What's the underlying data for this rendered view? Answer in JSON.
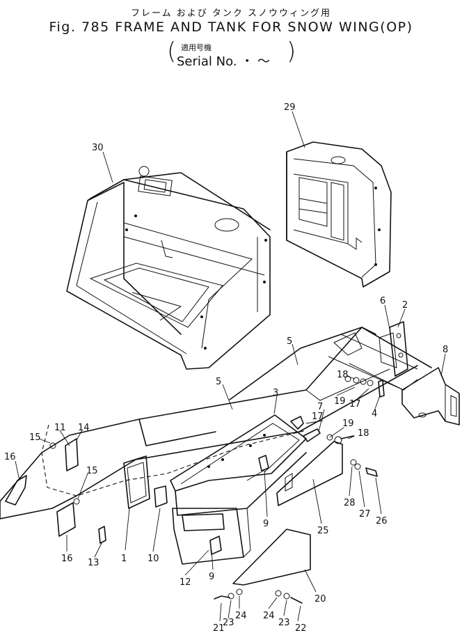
{
  "header": {
    "title_jp": "フレーム および タンク スノウウィング用",
    "title_en": "Fig. 785 FRAME AND TANK FOR SNOW WING(OP)",
    "serial_jp": "適用号機",
    "serial_en": "Serial No.  ・ ～"
  },
  "callouts": [
    "30",
    "29",
    "6",
    "2",
    "8",
    "5",
    "5",
    "3",
    "18",
    "19",
    "17",
    "4",
    "7",
    "17",
    "19",
    "18",
    "11",
    "14",
    "15",
    "15",
    "16",
    "16",
    "13",
    "1",
    "10",
    "12",
    "9",
    "9",
    "25",
    "28",
    "27",
    "26",
    "20",
    "21",
    "23",
    "24",
    "24",
    "23",
    "22"
  ]
}
